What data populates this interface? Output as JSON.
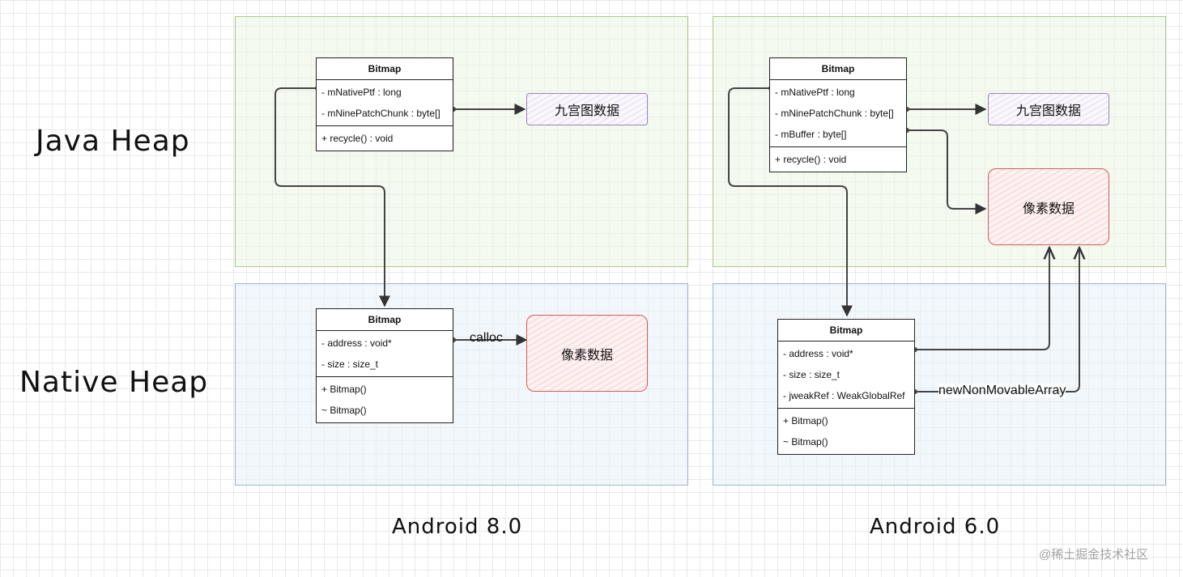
{
  "heaps": {
    "java": "Java Heap",
    "native": "Native Heap"
  },
  "versions": {
    "left": "Android 8.0",
    "right": "Android 6.0"
  },
  "left": {
    "java_bitmap": {
      "title": "Bitmap",
      "fields": [
        "- mNativePtf : long",
        "- mNinePatchChunk : byte[]"
      ],
      "methods": [
        "+ recycle() : void"
      ]
    },
    "native_bitmap": {
      "title": "Bitmap",
      "fields": [
        "- address : void*",
        "- size : size_t"
      ],
      "methods": [
        "+ Bitmap()",
        "~ Bitmap()"
      ]
    },
    "nine_patch_box": "九宫图数据",
    "pixel_box": "像素数据",
    "calloc_label": "calloc"
  },
  "right": {
    "java_bitmap": {
      "title": "Bitmap",
      "fields": [
        "- mNativePtf : long",
        "- mNinePatchChunk : byte[]",
        "- mBuffer : byte[]"
      ],
      "methods": [
        "+ recycle() : void"
      ]
    },
    "native_bitmap": {
      "title": "Bitmap",
      "fields": [
        "- address : void*",
        "- size : size_t",
        "- jweakRef : WeakGlobalRef"
      ],
      "methods": [
        "+ Bitmap()",
        "~ Bitmap()"
      ]
    },
    "nine_patch_box": "九宫图数据",
    "pixel_box": "像素数据",
    "new_array_label": "newNonMovableArray"
  },
  "watermark": "@稀土掘金技术社区",
  "colors": {
    "java_region_border": "#a9c98f",
    "native_region_border": "#9db6d6",
    "purple_box_border": "#9a86b8",
    "red_box_border": "#d05c5c"
  }
}
